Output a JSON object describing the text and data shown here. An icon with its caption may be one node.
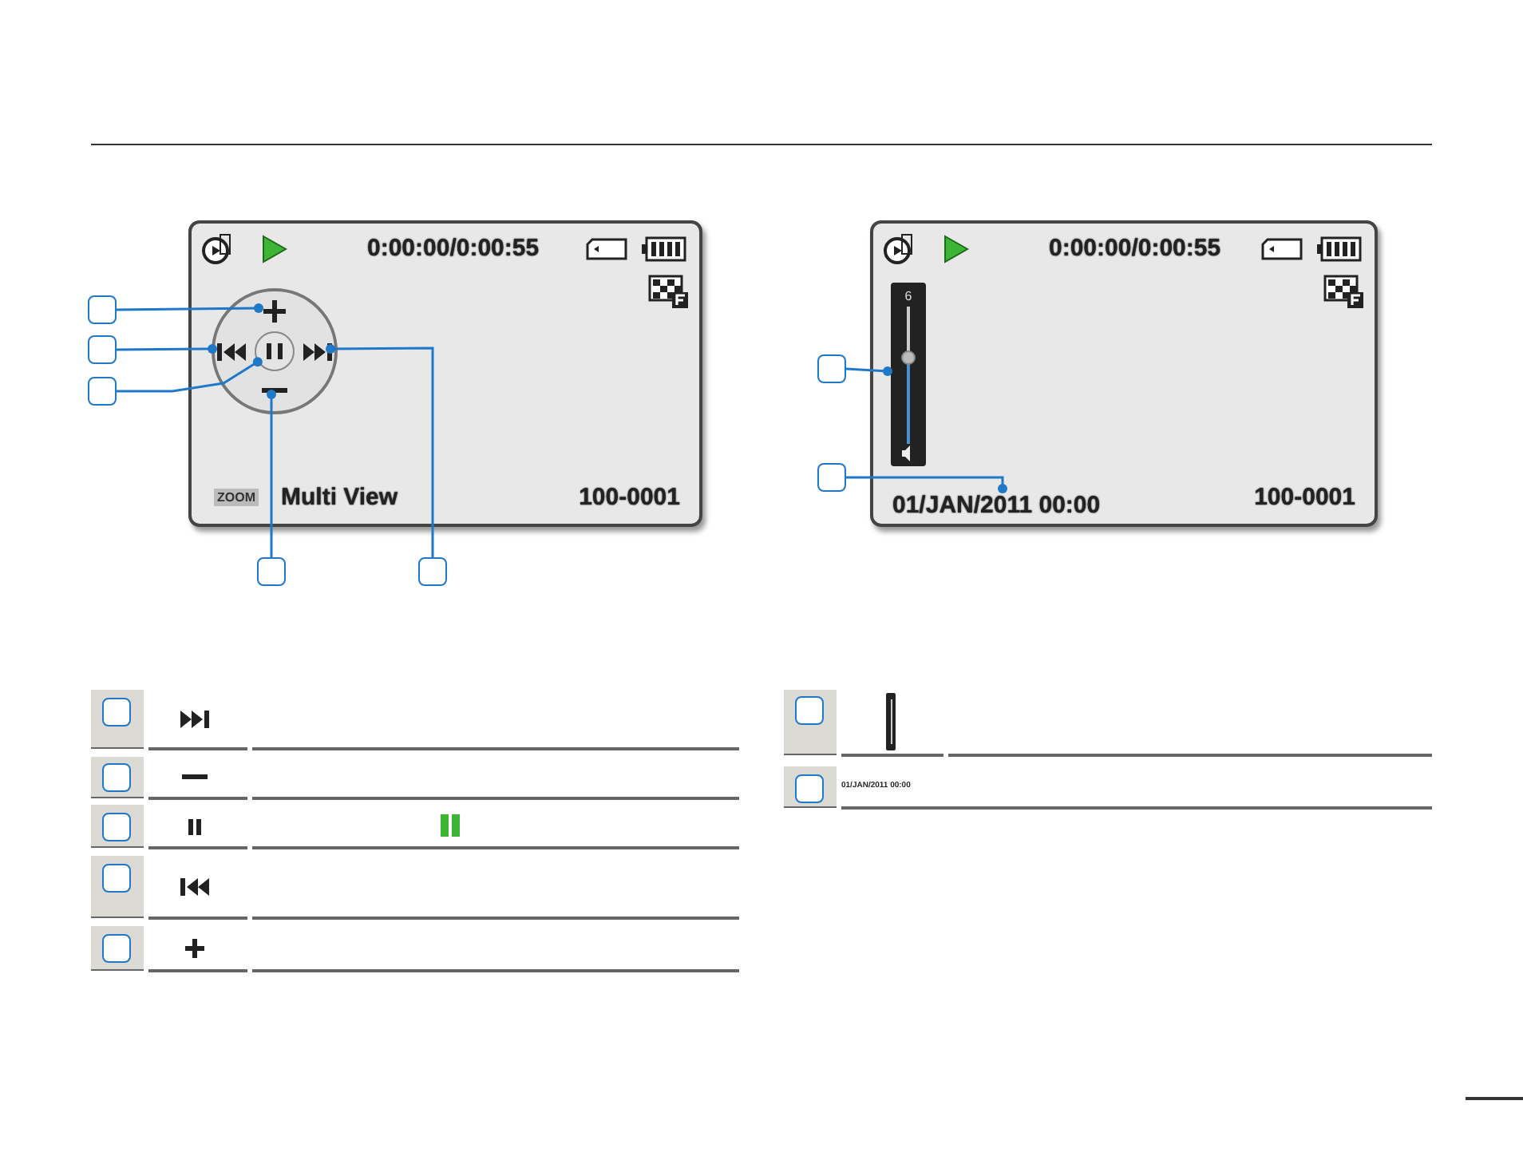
{
  "diagram": {
    "nodes": [
      {
        "text": [
          "0:00:00/0:00:55",
          "ZOOM",
          "Multi View",
          "100-0001"
        ]
      },
      {
        "text": [],
        "shape": "circle",
        "in": 0
      },
      {
        "text": [],
        "shape": "button",
        "in": 1
      },
      {
        "text": [],
        "shape": "button",
        "in": 1
      },
      {
        "text": [],
        "shape": "button",
        "in": 1
      },
      {
        "text": [],
        "shape": "button",
        "in": 1
      },
      {
        "text": [],
        "shape": "button",
        "in": 1
      },
      {
        "text": [],
        "shape": "box"
      },
      {
        "text": [],
        "shape": "box"
      },
      {
        "text": [],
        "shape": "box"
      },
      {
        "text": [],
        "shape": "box"
      },
      {
        "text": [],
        "shape": "box"
      },
      {
        "text": [
          "0:00:00/0:00:55",
          "100-0001"
        ]
      },
      {
        "text": [
          "6"
        ],
        "in": 12
      },
      {
        "text": [
          "01/JAN/2011 00:00"
        ],
        "in": 12
      },
      {
        "text": [],
        "shape": "box"
      },
      {
        "text": [],
        "shape": "box"
      },
      {
        "text": [],
        "shape": "box"
      },
      {
        "text": [],
        "shape": "box"
      },
      {
        "text": [],
        "shape": "box"
      },
      {
        "text": [],
        "shape": "box"
      },
      {
        "text": [],
        "shape": "box"
      },
      {
        "text": [],
        "shape": "box"
      },
      {
        "text": [],
        "shape": "box"
      }
    ],
    "edges": [
      {
        "from": 7,
        "to": 2,
        "arrow": "other"
      },
      {
        "from": 8,
        "to": 3,
        "arrow": "other"
      },
      {
        "from": 9,
        "to": 4,
        "arrow": "other"
      },
      {
        "from": 10,
        "to": 5,
        "arrow": "other"
      },
      {
        "from": 11,
        "to": 6,
        "arrow": "other"
      },
      {
        "from": 15,
        "to": 13,
        "arrow": "other"
      },
      {
        "from": 16,
        "to": 14,
        "arrow": "other"
      }
    ],
    "labels": [
      "01/JAN/2011 00:00"
    ]
  }
}
